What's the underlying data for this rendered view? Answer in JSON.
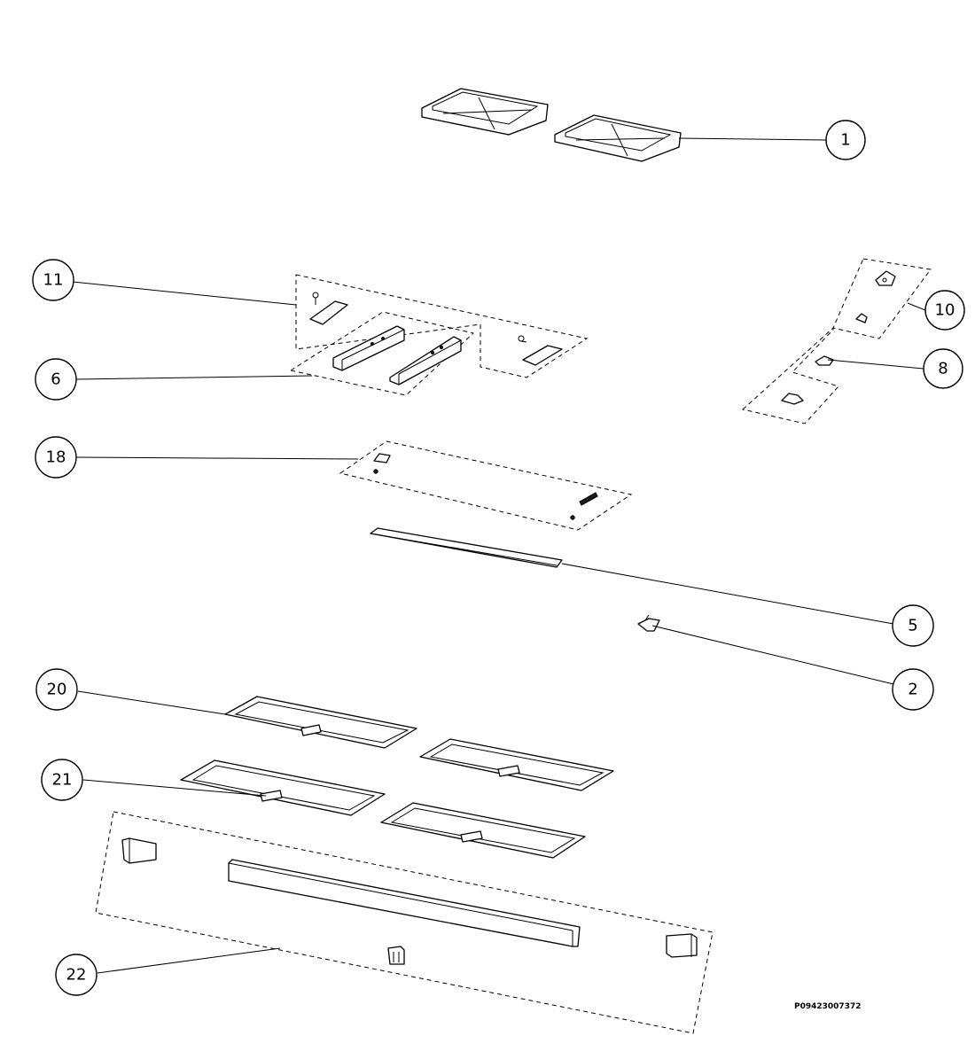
{
  "diagram": {
    "reference_code": "P09423007372",
    "callouts": [
      {
        "id": "callout-1",
        "label": "1"
      },
      {
        "id": "callout-11",
        "label": "11"
      },
      {
        "id": "callout-10",
        "label": "10"
      },
      {
        "id": "callout-6",
        "label": "6"
      },
      {
        "id": "callout-8",
        "label": "8"
      },
      {
        "id": "callout-18",
        "label": "18"
      },
      {
        "id": "callout-5",
        "label": "5"
      },
      {
        "id": "callout-2",
        "label": "2"
      },
      {
        "id": "callout-20",
        "label": "20"
      },
      {
        "id": "callout-21",
        "label": "21"
      },
      {
        "id": "callout-22",
        "label": "22"
      }
    ]
  }
}
